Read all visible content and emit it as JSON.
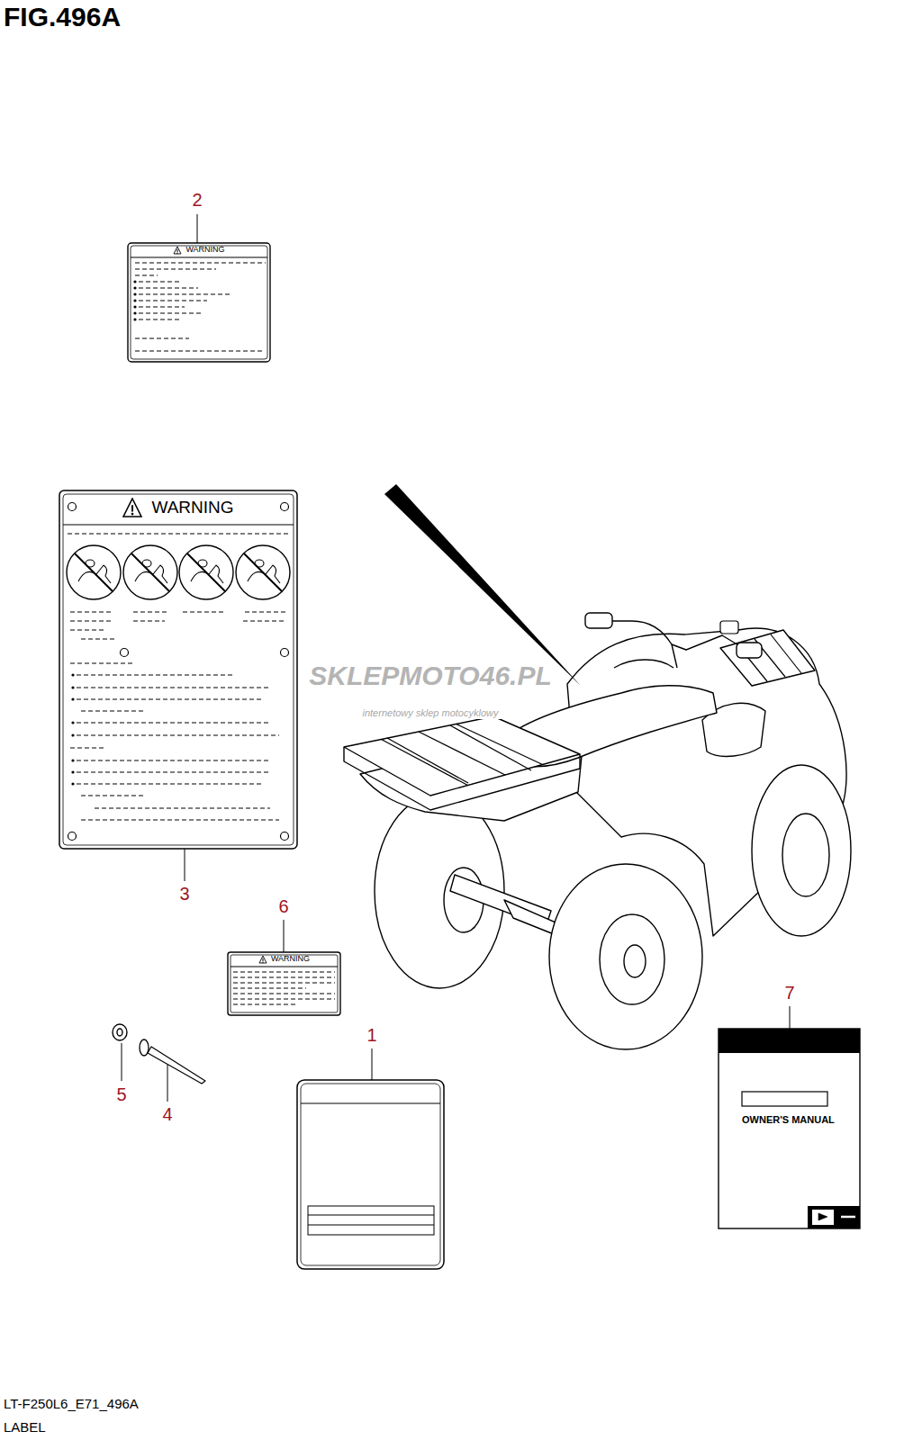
{
  "diagram": {
    "title": "FIG.496A",
    "nodes": [
      {
        "text": [
          "WARNING"
        ]
      },
      {
        "text": [
          "WARNING"
        ]
      },
      {
        "text": [
          "WARNING"
        ]
      },
      {
        "text": [
          "OWNER'S MANUAL"
        ]
      }
    ],
    "labels": [
      "2",
      "3",
      "6",
      "1",
      "7",
      "5",
      "4",
      "SKLEPMOTO46.PL",
      "internetowy sklep motocyklowy",
      "LT-F250L6_E71_496A",
      "LABEL"
    ]
  }
}
